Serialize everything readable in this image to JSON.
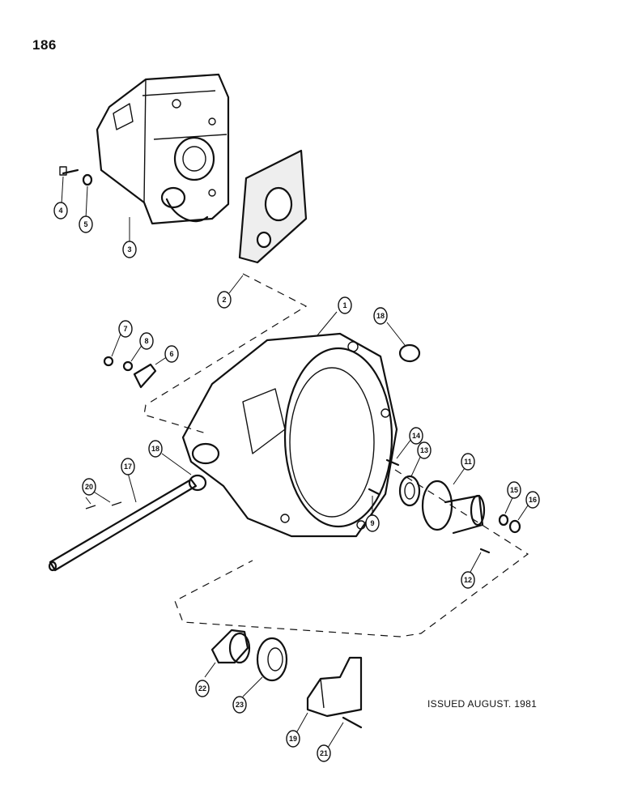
{
  "page_number": "186",
  "issued_note": "ISSUED AUGUST. 1981",
  "callouts": [
    {
      "id": "c1",
      "label": "1"
    },
    {
      "id": "c2",
      "label": "2"
    },
    {
      "id": "c3",
      "label": "3"
    },
    {
      "id": "c4",
      "label": "4"
    },
    {
      "id": "c5",
      "label": "5"
    },
    {
      "id": "c6",
      "label": "6"
    },
    {
      "id": "c7",
      "label": "7"
    },
    {
      "id": "c8",
      "label": "8"
    },
    {
      "id": "c9",
      "label": "9"
    },
    {
      "id": "c11",
      "label": "11"
    },
    {
      "id": "c12",
      "label": "12"
    },
    {
      "id": "c13",
      "label": "13"
    },
    {
      "id": "c14",
      "label": "14"
    },
    {
      "id": "c15",
      "label": "15"
    },
    {
      "id": "c16",
      "label": "16"
    },
    {
      "id": "c17",
      "label": "17"
    },
    {
      "id": "c18a",
      "label": "18"
    },
    {
      "id": "c18b",
      "label": "18"
    },
    {
      "id": "c19",
      "label": "19"
    },
    {
      "id": "c20",
      "label": "20"
    },
    {
      "id": "c21",
      "label": "21"
    },
    {
      "id": "c22",
      "label": "22"
    },
    {
      "id": "c23",
      "label": "23"
    }
  ]
}
